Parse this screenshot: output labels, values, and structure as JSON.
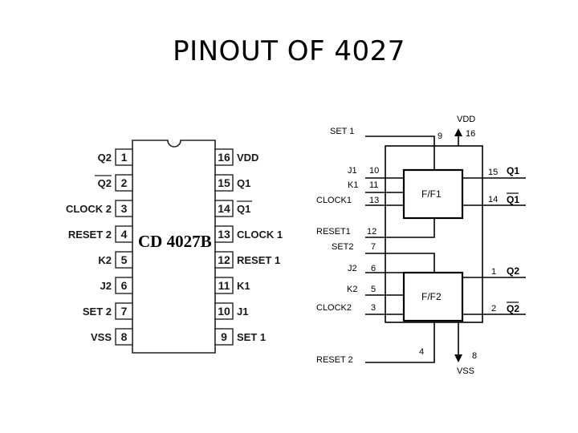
{
  "title": "PINOUT OF 4027",
  "chip": {
    "name": "CD 4027B",
    "left_pins": [
      {
        "num": "1",
        "label": "Q2"
      },
      {
        "num": "2",
        "label": "Q2"
      },
      {
        "num": "3",
        "label": "CLOCK 2"
      },
      {
        "num": "4",
        "label": "RESET 2"
      },
      {
        "num": "5",
        "label": "K2"
      },
      {
        "num": "6",
        "label": "J2"
      },
      {
        "num": "7",
        "label": "SET 2"
      },
      {
        "num": "8",
        "label": "VSS"
      }
    ],
    "right_pins": [
      {
        "num": "16",
        "label": "VDD"
      },
      {
        "num": "15",
        "label": "Q1"
      },
      {
        "num": "14",
        "label": "Q1"
      },
      {
        "num": "13",
        "label": "CLOCK 1"
      },
      {
        "num": "12",
        "label": "RESET 1"
      },
      {
        "num": "11",
        "label": "K1"
      },
      {
        "num": "10",
        "label": "J1"
      },
      {
        "num": "9",
        "label": "SET 1"
      }
    ]
  },
  "block": {
    "vdd": "VDD",
    "vss": "VSS",
    "ff1": "F/F1",
    "ff2": "F/F2",
    "set1": {
      "label": "SET 1",
      "num": "9"
    },
    "vdd_num": "16",
    "j1": {
      "label": "J1",
      "num": "10"
    },
    "k1": {
      "label": "K1",
      "num": "11"
    },
    "clock1": {
      "label": "CLOCK1",
      "num": "13"
    },
    "q1": {
      "label": "Q1",
      "num": "15"
    },
    "q1bar": {
      "label": "Q1",
      "num": "14"
    },
    "reset1": {
      "label": "RESET1",
      "num": "12"
    },
    "set2": {
      "label": "SET2",
      "num": "7"
    },
    "j2": {
      "label": "J2",
      "num": "6"
    },
    "k2": {
      "label": "K2",
      "num": "5"
    },
    "clock2": {
      "label": "CLOCK2",
      "num": "3"
    },
    "q2": {
      "label": "Q2",
      "num": "1"
    },
    "q2bar": {
      "label": "Q2",
      "num": "2"
    },
    "reset2": {
      "label": "RESET 2",
      "num": "4"
    },
    "vss_num": "8"
  }
}
